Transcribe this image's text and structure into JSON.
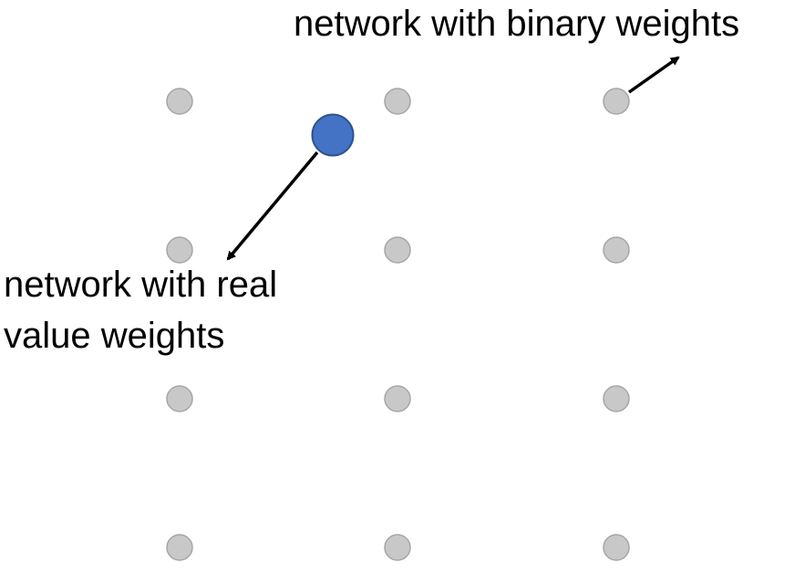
{
  "labels": {
    "binary": "network with binary weights",
    "real_line1": "network with real",
    "real_line2": "value weights"
  },
  "colors": {
    "grid_point_fill": "#c8c8c8",
    "grid_point_stroke": "#a6a6a6",
    "real_point_fill": "#4472c4",
    "real_point_stroke": "#2f528f",
    "arrow": "#000000",
    "background": "#ffffff"
  },
  "grid": {
    "rows": 4,
    "columns": 3,
    "point_shape": "circle"
  },
  "arrows": [
    {
      "from": "real-valued-point",
      "to": "label-real"
    },
    {
      "from": "grid-point-top-right",
      "to": "label-binary"
    }
  ]
}
